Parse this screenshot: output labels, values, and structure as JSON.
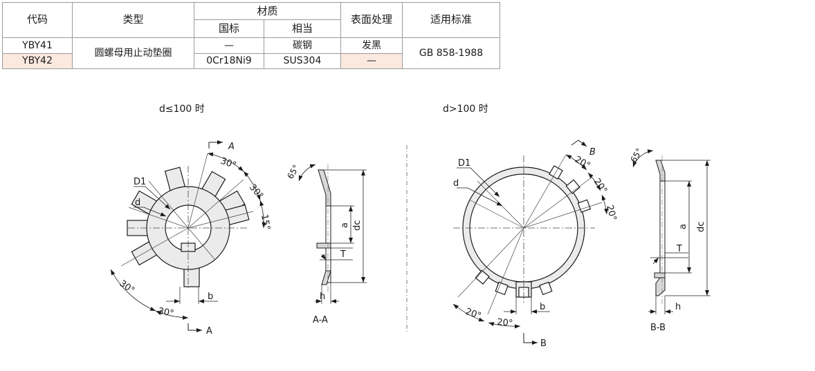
{
  "table": {
    "headers": {
      "code": "代码",
      "type": "类型",
      "material": "材质",
      "material_sub": [
        "国标",
        "相当"
      ],
      "surface": "表面处理",
      "standard": "适用标准"
    },
    "rows": [
      {
        "code": "YBY41",
        "gb": "—",
        "equiv": "碳钢",
        "surface": "发黑"
      },
      {
        "code": "YBY42",
        "gb": "0Cr18Ni9",
        "equiv": "SUS304",
        "surface": "—"
      }
    ],
    "shared": {
      "type": "圆螺母用止动垫圈",
      "standard": "GB 858-1988"
    }
  },
  "drawings": {
    "left_title": "d≤100 时",
    "right_title": "d>100 时",
    "left": {
      "section_mark": "A",
      "section_label": "A-A",
      "d1": "D1",
      "d": "d",
      "angles": [
        "30°",
        "30°",
        "15°",
        "30°",
        "30°"
      ],
      "dims": {
        "b": "b",
        "a": "a",
        "dc": "dc",
        "T": "T",
        "h": "h",
        "bend": "65°"
      }
    },
    "right": {
      "section_mark": "B",
      "section_label": "B-B",
      "d1": "D1",
      "d": "d",
      "angles": [
        "20°",
        "20°",
        "20°",
        "20°",
        "20°"
      ],
      "dims": {
        "b": "b",
        "a": "a",
        "dc": "dc",
        "T": "T",
        "h": "h",
        "bend": "65°"
      }
    }
  }
}
